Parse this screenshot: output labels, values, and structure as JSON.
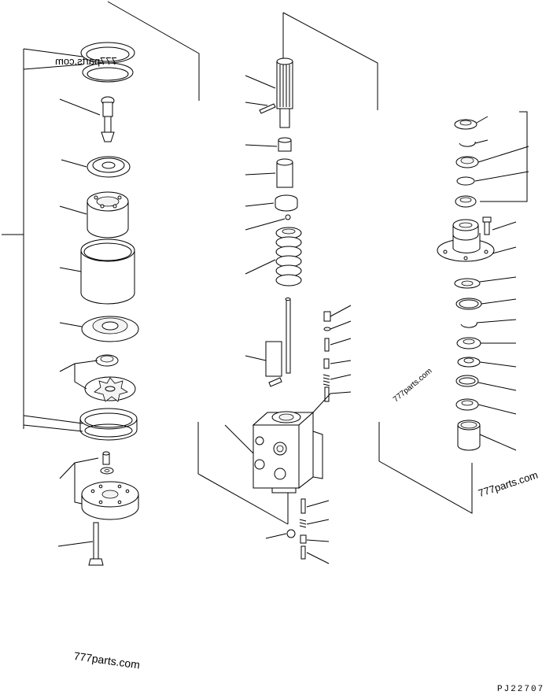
{
  "watermarks": {
    "top": "777parts.com",
    "middle": "777parts.com",
    "right": "777parts.com",
    "bottom": "777parts.com"
  },
  "drawing_code": "PJ22707"
}
